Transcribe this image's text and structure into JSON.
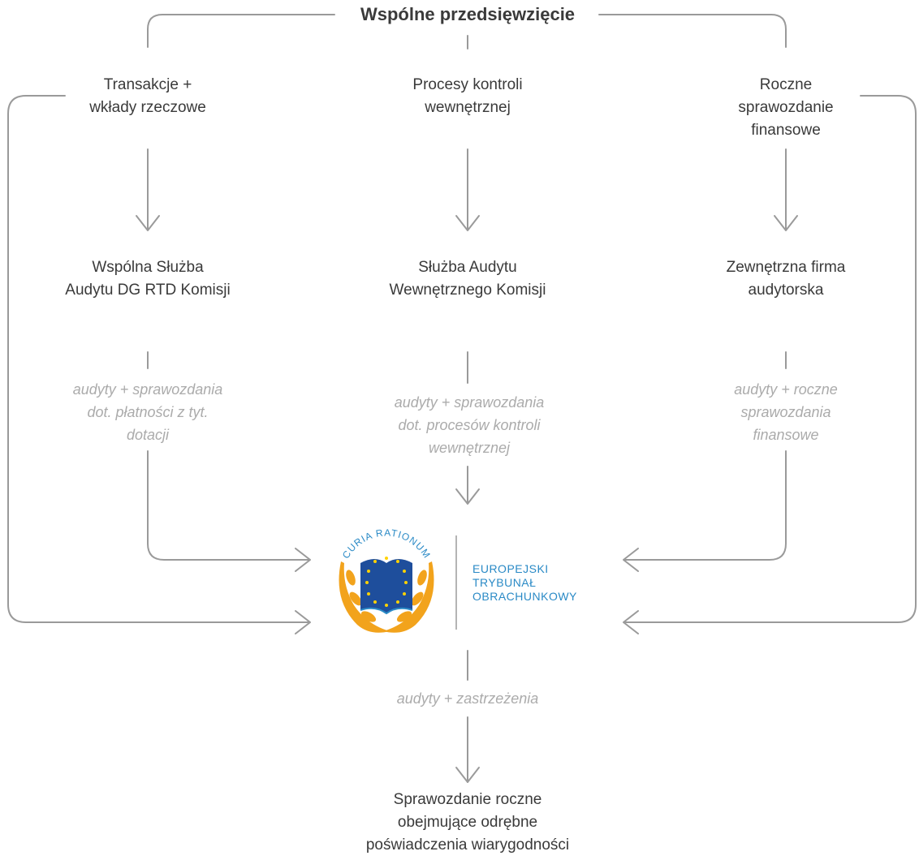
{
  "title": "Wspólne przedsięwzięcie",
  "sources": [
    {
      "label": "Transakcje +\nwkłady rzeczowe"
    },
    {
      "label": "Procesy kontroli\nwewnętrznej"
    },
    {
      "label": "Roczne\nsprawozdanie\nfinansowe"
    }
  ],
  "auditors": [
    {
      "label": "Wspólna Służba\nAudytu DG RTD Komisji"
    },
    {
      "label": "Służba Audytu\nWewnętrznego Komisji"
    },
    {
      "label": "Zewnętrzna firma\naudytorska"
    }
  ],
  "audit_outputs": [
    {
      "label": "audyty + sprawozdania\ndot. płatności z tyt.\ndotacji"
    },
    {
      "label": "audyty + sprawozdania\ndot. procesów kontroli\nwewnętrznej"
    },
    {
      "label": "audyty + roczne\nsprawozdania\nfinansowe"
    }
  ],
  "eca": {
    "motto": "CURIA RATIONUM",
    "name": "EUROPEJSKI\nTRYBUNAŁ\nOBRACHUNKOWY",
    "colors": {
      "blue": "#1e4e9c",
      "text": "#2a8ac6",
      "gold": "#f2a31c",
      "star": "#ffd200"
    }
  },
  "eca_output": {
    "label": "audyty + zastrzeżenia"
  },
  "final": {
    "label": "Sprawozdanie roczne\nobejmujące odrębne\npoświadczenia wiarygodności"
  },
  "colors": {
    "line": "#9a9a9a",
    "text": "#3a3a3a",
    "note": "#ababab"
  }
}
